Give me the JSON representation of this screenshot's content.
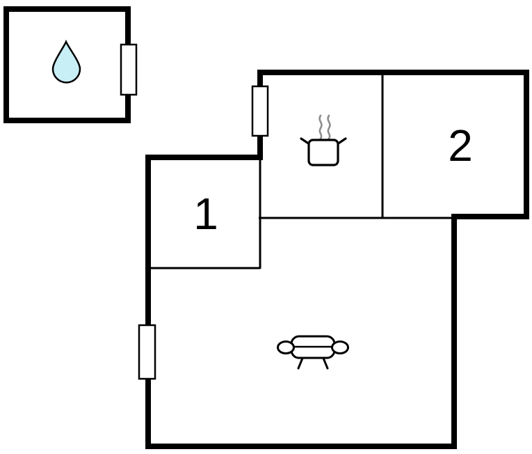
{
  "diagram": {
    "type": "floor-plan"
  },
  "rooms": {
    "bathroom": {
      "icon": "water-drop-icon",
      "label": ""
    },
    "kitchen": {
      "icon": "cooking-pot-icon",
      "label": ""
    },
    "room1": {
      "label": "1"
    },
    "room2": {
      "label": "2"
    },
    "living_room": {
      "icon": "sofa-icon",
      "label": ""
    }
  },
  "colors": {
    "wall": "#000000",
    "background": "#ffffff",
    "water_drop_fill": "#c8eef6",
    "steam": "#8d8d8d",
    "door_fill": "#ffffff"
  }
}
